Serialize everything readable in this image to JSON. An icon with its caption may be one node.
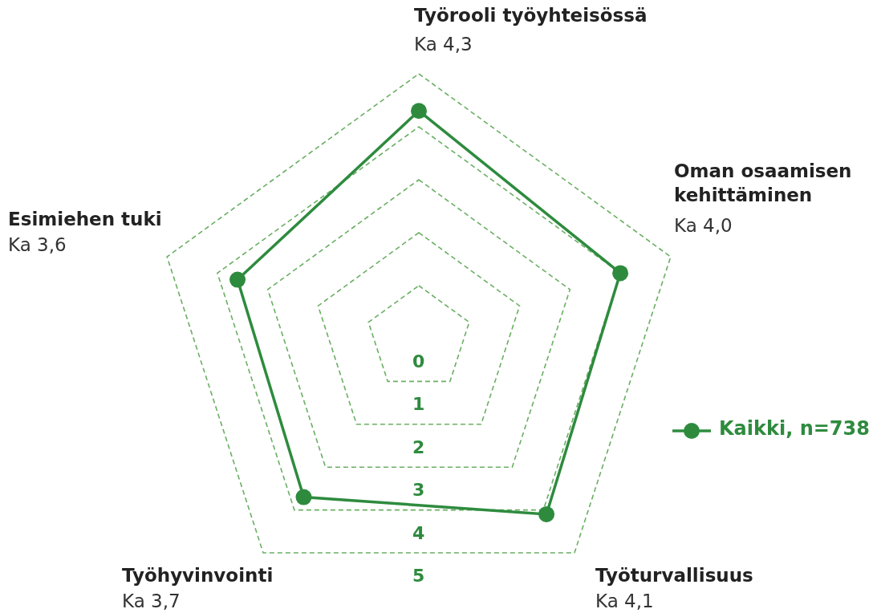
{
  "diagram": {
    "labels": [
      "Työrooli työyhteisössä",
      "Ka 4,3",
      "Oman osaamisen kehittäminen",
      "Ka 4,0",
      "Esimiehen tuki",
      "Ka 3,6",
      "0",
      "1",
      "2",
      "3",
      "4",
      "Työhyvinvointi",
      "Ka 3,7",
      "Työturvallisuus",
      "Ka 4,1",
      "5"
    ],
    "legend": [
      {
        "text": "Kaikki, n=738"
      }
    ]
  }
}
